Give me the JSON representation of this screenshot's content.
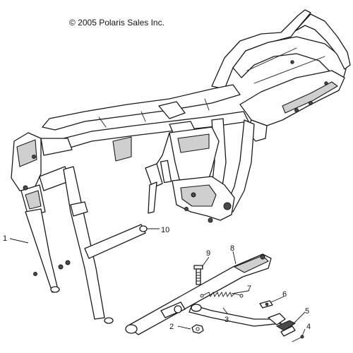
{
  "copyright": "© 2005 Polaris Sales Inc.",
  "callouts": [
    {
      "id": "1",
      "text": "1"
    },
    {
      "id": "2",
      "text": "2"
    },
    {
      "id": "3",
      "text": "3"
    },
    {
      "id": "4",
      "text": "4"
    },
    {
      "id": "5",
      "text": "5"
    },
    {
      "id": "6",
      "text": "6"
    },
    {
      "id": "7",
      "text": "7"
    },
    {
      "id": "8",
      "text": "8"
    },
    {
      "id": "9",
      "text": "9"
    },
    {
      "id": "10",
      "text": "10"
    }
  ]
}
